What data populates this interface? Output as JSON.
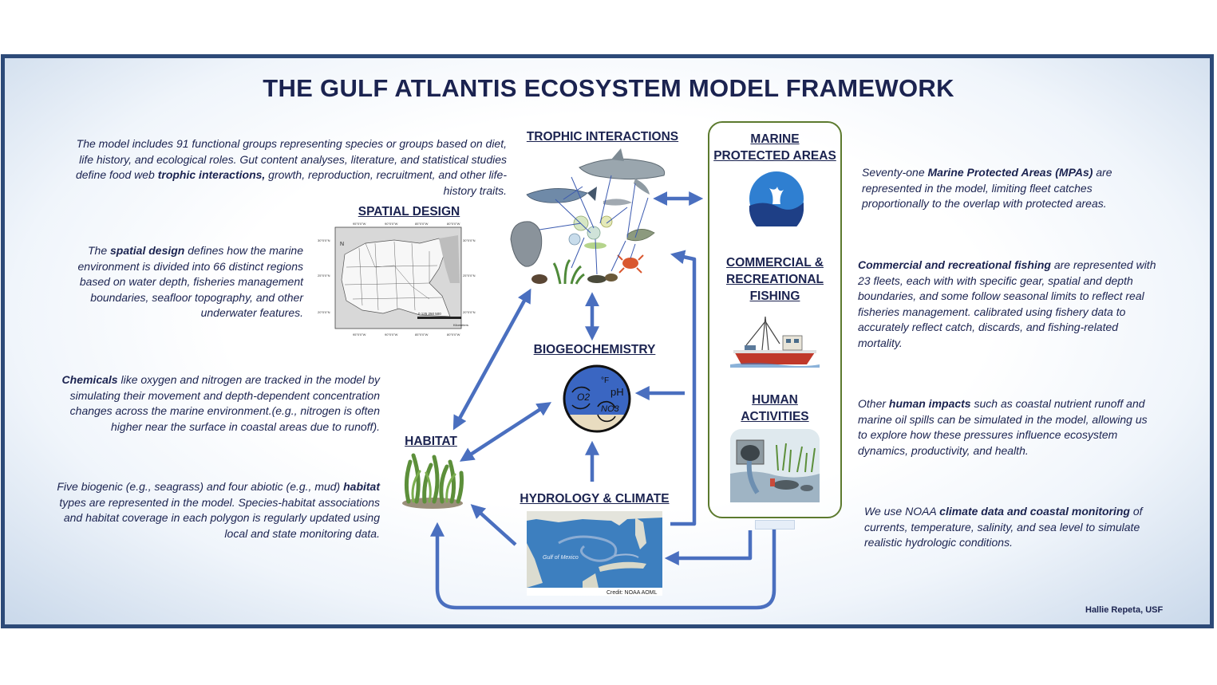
{
  "title": "THE GULF ATLANTIS ECOSYSTEM MODEL FRAMEWORK",
  "headings": {
    "spatial": "SPATIAL DESIGN",
    "trophic": "TROPHIC INTERACTIONS",
    "biogeo": "BIOGEOCHEMISTRY",
    "habitat": "HABITAT",
    "hydrology": "HYDROLOGY & CLIMATE",
    "mpa": [
      "MARINE",
      "PROTECTED AREAS"
    ],
    "fishing": [
      "COMMERCIAL &",
      "RECREATIONAL",
      "FISHING"
    ],
    "human": [
      "HUMAN",
      "ACTIVITIES"
    ]
  },
  "left_texts": {
    "trophic": [
      "The model includes 91 functional groups representing species or groups based on diet,",
      "life history, and ecological roles. Gut content analyses, literature, and statistical studies",
      "define food web ",
      "trophic interactions,",
      " growth, reproduction, recruitment, and other life-",
      "history traits."
    ],
    "spatial": [
      "The ",
      "spatial design",
      " defines how the marine",
      "environment is divided into 66 distinct regions",
      "based on water depth, fisheries management",
      "boundaries, seafloor topography, and other",
      "underwater features."
    ],
    "chemicals": [
      "Chemicals",
      " like oxygen and nitrogen are tracked in the model by",
      "simulating their movement and depth-dependent concentration",
      "changes across the marine environment.(e.g., nitrogen is often",
      "higher near the surface in coastal areas due to runoff)."
    ],
    "habitat": [
      "Five biogenic (e.g., seagrass) and four abiotic (e.g., mud) ",
      "habitat",
      "types are represented in the model. Species-habitat associations",
      "and habitat coverage in each polygon is regularly updated using",
      "local and state monitoring data."
    ]
  },
  "right_texts": {
    "mpa": [
      "Seventy-one ",
      "Marine Protected Areas (MPAs)",
      " are",
      "represented in the model, limiting fleet catches",
      "proportionally to the overlap with protected areas."
    ],
    "fishing": [
      "Commercial and recreational fishing",
      " are represented with",
      "23 fleets, each with with specific gear, spatial and depth",
      "boundaries, and some follow seasonal limits to reflect real",
      "fisheries management. calibrated using fishery data to",
      "accurately reflect catch, discards, and fishing-related",
      "mortality."
    ],
    "human": [
      "Other ",
      "human impacts",
      " such as coastal nutrient runoff and",
      "marine oil spills can be simulated in the model, allowing us",
      "to explore how these pressures influence ecosystem",
      "dynamics, productivity, and health."
    ],
    "climate": [
      "We use NOAA ",
      "climate data and coastal monitoring",
      " of",
      "currents, temperature, salinity, and sea level to simulate",
      "realistic hydrologic conditions."
    ]
  },
  "map": {
    "lon_ticks": [
      "95°0'0\"W",
      "90°0'0\"W",
      "85°0'0\"W",
      "80°0'0\"W"
    ],
    "lat_ticks": [
      "30°0'0\"N",
      "25°0'0\"N",
      "20°0'0\"N"
    ],
    "scale": "0  125  250     500",
    "unit": "Kilometers",
    "north": "N"
  },
  "biogeo_labels": {
    "temp": "°F",
    "o2": "O2",
    "ph": "pH",
    "no3": "NO3"
  },
  "hydro_labels": {
    "gulf": "Gulf of Mexico",
    "credit": "Credit: NOAA AOML"
  },
  "author": "Hallie Repeta, USF",
  "colors": {
    "accent": "#1b2350",
    "arrow": "#4a6fbf",
    "frame": "#2d4a78",
    "mpa_border": "#5c7a2e"
  }
}
